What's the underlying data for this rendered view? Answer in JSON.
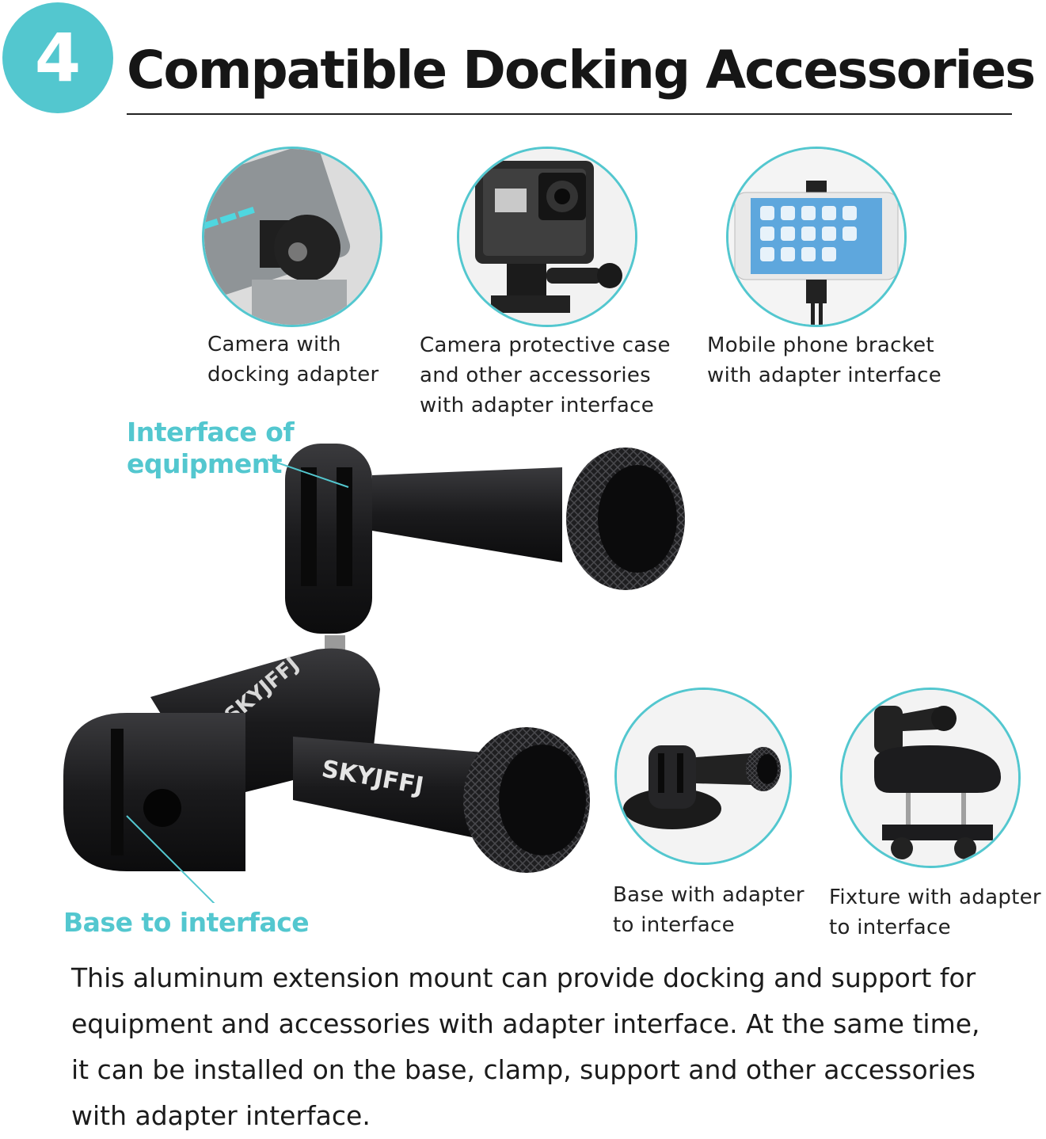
{
  "header": {
    "step_number": "4",
    "title": "Compatible Docking Accessories"
  },
  "accessories_top": [
    {
      "lines": [
        "Camera with",
        "docking adapter"
      ],
      "icon": "camera-with-adapter-photo"
    },
    {
      "lines": [
        "Camera protective case",
        "and other accessories",
        "with adapter interface"
      ],
      "icon": "waterproof-case-photo"
    },
    {
      "lines": [
        "Mobile phone bracket",
        "with adapter interface"
      ],
      "icon": "phone-bracket-photo"
    }
  ],
  "accessories_bottom": [
    {
      "lines": [
        "Base with adapter",
        "to interface"
      ],
      "icon": "base-adapter-photo"
    },
    {
      "lines": [
        "Fixture with adapter",
        "to interface"
      ],
      "icon": "clamp-fixture-photo"
    }
  ],
  "callouts": {
    "top": [
      "Interface of",
      "equipment"
    ],
    "bottom": [
      "Base to interface"
    ]
  },
  "product": {
    "brand_mark": "SKYJFFJ"
  },
  "description": {
    "lines": [
      "This aluminum extension mount can provide docking and support for",
      "equipment and accessories with adapter interface. At the same time,",
      "it can be installed on the base, clamp, support and other accessories",
      "with adapter interface."
    ]
  },
  "colors": {
    "accent": "#53c7cf",
    "text": "#222222",
    "metal": "#1c1c1e"
  }
}
